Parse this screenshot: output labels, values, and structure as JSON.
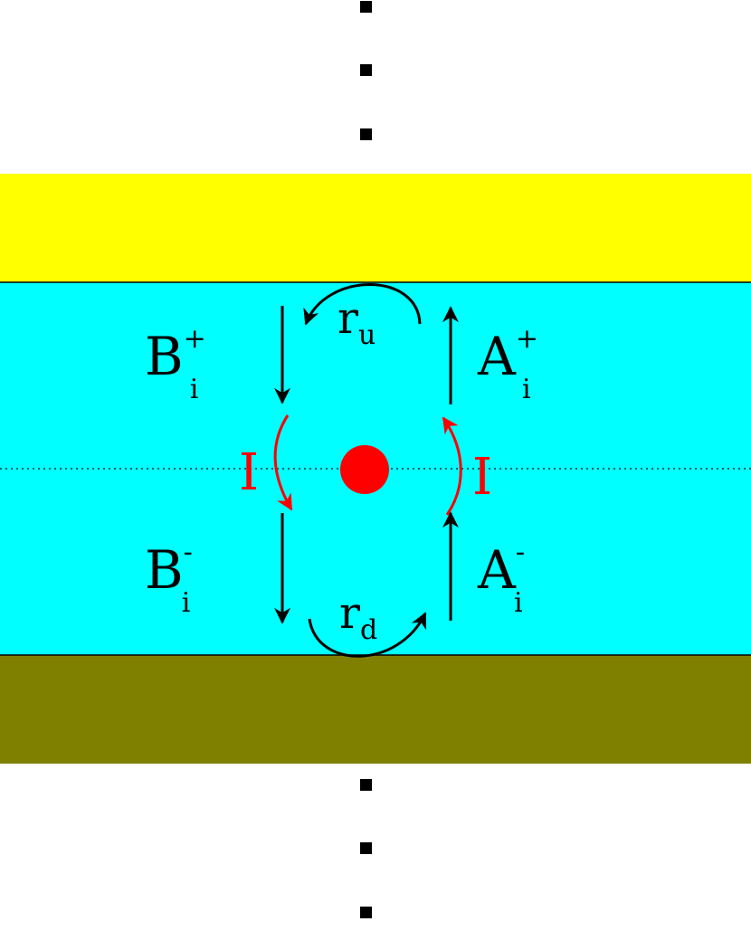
{
  "colors": {
    "upper_layer": "#ffff00",
    "middle_layer": "#00ffff",
    "lower_layer": "#808000",
    "arrow": "#000000",
    "interface_arrow": "#ff0000",
    "source_dot": "#ff0000"
  },
  "labels": {
    "b_plus": {
      "main": "B",
      "sup": "+",
      "sub": "i"
    },
    "a_plus": {
      "main": "A",
      "sup": "+",
      "sub": "i"
    },
    "b_minus": {
      "main": "B",
      "sup": "-",
      "sub": "i"
    },
    "a_minus": {
      "main": "A",
      "sup": "-",
      "sub": "i"
    },
    "r_up": {
      "main": "r",
      "sub": "u"
    },
    "r_down": {
      "main": "r",
      "sub": "d"
    },
    "interface_left": "I",
    "interface_right": "I"
  }
}
